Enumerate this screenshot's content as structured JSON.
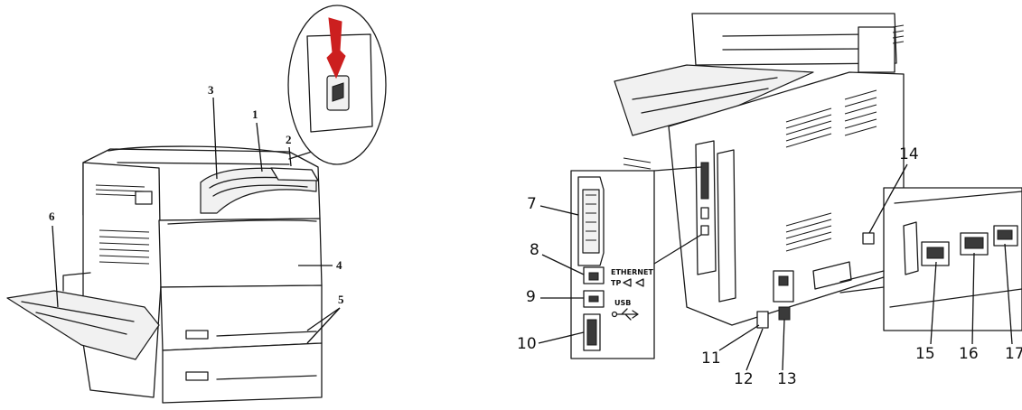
{
  "left_view": {
    "callouts": [
      "1",
      "2",
      "3",
      "4",
      "5",
      "6"
    ]
  },
  "right_view": {
    "callouts": [
      "7",
      "8",
      "9",
      "10",
      "11",
      "12",
      "13",
      "14",
      "15",
      "16",
      "17"
    ],
    "port_labels": {
      "ethernet": "ETHERNET",
      "tp": "TP",
      "usb": "USB"
    }
  },
  "colors": {
    "line": "#1a1a1a",
    "switch_arrow": "#cc1f1f",
    "background": "#ffffff"
  }
}
